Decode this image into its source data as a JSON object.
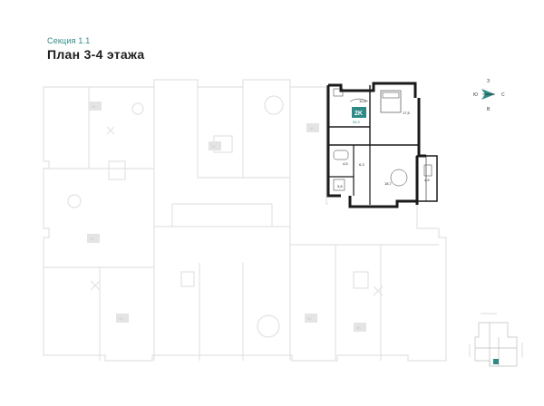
{
  "header": {
    "section": "Секция 1.1",
    "title": "План 3-4 этажа"
  },
  "apartment": {
    "type": "2K",
    "area": "54.0",
    "accent_color": "#2e8a86"
  },
  "rooms": [
    {
      "name": "room-loggia",
      "label": "10,8"
    },
    {
      "name": "room-bedroom",
      "label": "17,5"
    },
    {
      "name": "room-living",
      "label": "18,7"
    },
    {
      "name": "room-bath",
      "label": "4,5"
    },
    {
      "name": "room-hall",
      "label": "6,3"
    },
    {
      "name": "room-wc",
      "label": "3,8"
    },
    {
      "name": "room-balcony",
      "label": "4,5"
    }
  ],
  "ghost_badges": [
    {
      "type": "1K"
    },
    {
      "type": "1K"
    },
    {
      "type": "1K"
    },
    {
      "type": "1K"
    },
    {
      "type": "1K"
    },
    {
      "type": "2K"
    },
    {
      "type": "2K"
    }
  ],
  "compass": {
    "north": "З",
    "south": "В",
    "west": "Ю",
    "east": "С"
  },
  "colors": {
    "accent": "#2e8a86",
    "ghost": "#e4e4e4",
    "wall": "#1a1a1a"
  }
}
